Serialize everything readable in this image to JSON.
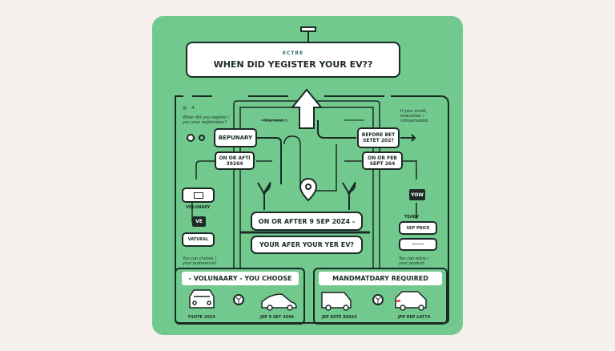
{
  "colors": {
    "panel": "#72c98e",
    "background": "#f6f0ed",
    "ink": "#1c2a26"
  },
  "header": {
    "label": "ECTRE",
    "title": "WHEN DID YEGISTER YOUR EV??"
  },
  "left_notes": {
    "code": "@ . .4",
    "question": "When did you register / you your registration?",
    "search": "Your search.",
    "choice": "You can choose / your preference?"
  },
  "right_notes": {
    "note": "If your enroll, evaluation / compensated.",
    "choice": "You can enjoy / your product."
  },
  "nodes": {
    "left_top": "BEPUNARY",
    "left_mid": "ON OR AFTI 39264",
    "right_top": "BEFORE BET SETET 202?",
    "right_mid": "ON OR FEB SEPT 264",
    "center_top": "ON OR AFTER 9 SEP 20Z4 -",
    "center_bottom": "YOUR AFER YOUR YER EV?"
  },
  "left_side": {
    "label": "VOLUNARY",
    "badge": "VE",
    "box": "VATURAL"
  },
  "right_side": {
    "badge": "YOW",
    "label": "TEADY",
    "box1": "SEP PRICE",
    "box2": "———"
  },
  "options": [
    {
      "title": "- VOLUNAARY - YOU CHOOSE",
      "cars": [
        "FSOTE 2024",
        "JEP 9 SET 2044"
      ]
    },
    {
      "title": "MANDMATDARY REQUIRED",
      "cars": [
        "JEP EETE 9S024",
        "JPP EEP LAT74"
      ]
    }
  ],
  "icons": [
    "up-arrow-icon",
    "location-pin-icon",
    "leaf-icon",
    "car-icon",
    "van-icon",
    "arrow-right-icon"
  ]
}
